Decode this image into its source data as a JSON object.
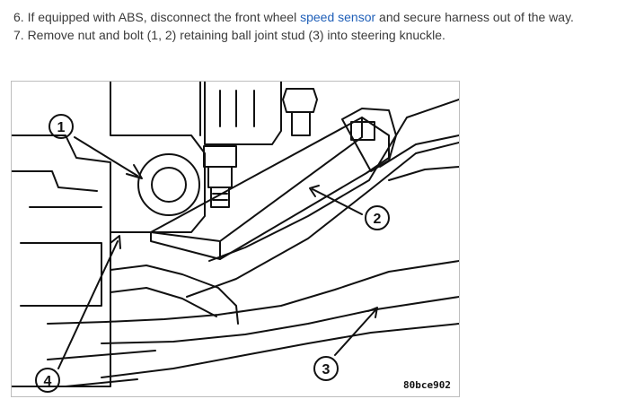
{
  "instructions": {
    "step6_prefix": "6. If equipped with ABS, disconnect the front wheel ",
    "step6_link": "speed sensor",
    "step6_suffix": " and secure harness out of the way.",
    "step7": "7. Remove nut and bolt (1, 2) retaining ball joint stud (3) into steering knuckle."
  },
  "figure": {
    "callouts": [
      "1",
      "2",
      "3",
      "4"
    ],
    "figure_id": "80bce902"
  }
}
